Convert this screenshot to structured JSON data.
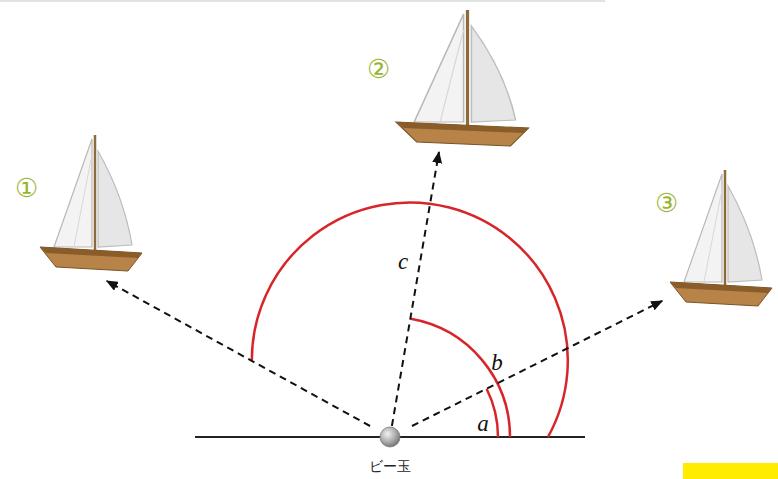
{
  "diagram": {
    "nodes": [
      {
        "text": [
          "①"
        ]
      },
      {
        "text": [
          "②"
        ]
      },
      {
        "text": [
          "③"
        ]
      },
      {
        "text": [
          "ビー玉"
        ]
      }
    ],
    "edges": [
      {
        "from": 3,
        "to": 0,
        "arrow": "to"
      },
      {
        "from": 3,
        "to": 1,
        "arrow": "to"
      },
      {
        "from": 3,
        "to": 2,
        "arrow": "to"
      }
    ],
    "labels": [
      "c",
      "b",
      "a"
    ]
  }
}
